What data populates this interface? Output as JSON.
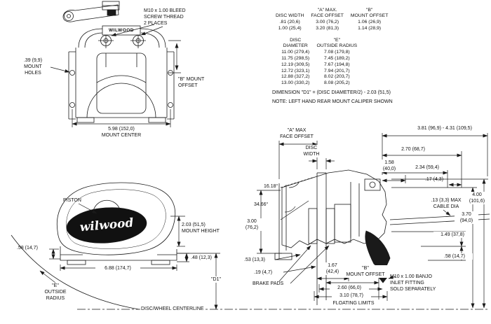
{
  "page": {
    "bg": "#ffffff",
    "line_color": "#1a1a1a"
  },
  "tables": {
    "t1": {
      "h1": [
        "",
        "\"A\" MAX.",
        "\"B\""
      ],
      "h2": [
        "DISC WIDTH",
        "FACE OFFSET",
        "MOUNT OFFSET"
      ],
      "rows": [
        [
          ".81 (20,6)",
          "3.00 (76,2)",
          "1.06 (26,9)"
        ],
        [
          "1.00 (25,4)",
          "3.20 (81,3)",
          "1.14 (28,9)"
        ]
      ]
    },
    "t2": {
      "h1": [
        "DISC",
        "\"E\""
      ],
      "h2": [
        "DIAMETER",
        "OUTSIDE RADIUS"
      ],
      "rows": [
        [
          "11.00 (279,4)",
          "7.08 (179,8)"
        ],
        [
          "11.75 (298,5)",
          "7.45 (189,2)"
        ],
        [
          "12.19 (309,5)",
          "7.67 (194,8)"
        ],
        [
          "12.72 (323,1)",
          "7.94 (201,7)"
        ],
        [
          "12.88 (327,2)",
          "8.02 (203,7)"
        ],
        [
          "13.00 (330,2)",
          "8.08 (205,2)"
        ]
      ]
    },
    "dim_note": "DIMENSION \"D1\" = (DISC DIAMETER/2) - 2.03 (51,5)",
    "note": "NOTE: LEFT HAND REAR MOUNT CALIPER SHOWN"
  },
  "rear_view": {
    "bleed_screw_note": "M10 x 1.00 BLEED\nSCREW THREAD\n2 PLACES",
    "brand": "WILWOOD",
    "mount_holes": ".39 (9,9)\nMOUNT\nHOLES",
    "b_mount_offset": "\"B\" MOUNT\nOFFSET",
    "mount_center": "5.98 (152,0)\nMOUNT CENTER"
  },
  "side_view": {
    "piston": "PISTON",
    "mount_height": "2.03 (51,5)\nMOUNT HEIGHT",
    "step_height": ".58 (14,7)",
    "lug_height": ".48 (12,3)",
    "body_length": "6.88 (174,7)",
    "outside_radius": "\"E\"\nOUTSIDE\nRADIUS",
    "centerline": "DISC/WHEEL CENTERLINE",
    "d1": "\"D1\"",
    "logo": "wilwood"
  },
  "section_view": {
    "face_offset": "\"A\" MAX\nFACE OFFSET",
    "disc_width": "DISC\nWIDTH",
    "overall_range": "3.81 (96,9) - 4.31 (109,5)",
    "dim_270": "2.70 (68,7)",
    "dim_158": "1.58\n(40,0)",
    "dim_234": "2.34 (59,4)",
    "dim_17": ".17 (4,3)",
    "angle_1618": "16.18°",
    "angle_3466": "34.66°",
    "dim_300": "3.00\n(76,2)",
    "cable_dia": ".13 (3,3) MAX\nCABLE DIA",
    "dim_400": "4.00\n(101,6)",
    "dim_370": "3.70\n(94,0)",
    "dim_149": "1.49 (37,8)",
    "dim_58": ".58 (14,7)",
    "dim_53": ".53 (13,3)",
    "dim_19": ".19 (4,7)",
    "dim_167": "1.67\n(42,4)",
    "brake_pads": "BRAKE PADS",
    "b_mount_offset": "\"B\"\nMOUNT OFFSET",
    "banjo_note": "M10 x 1.00 BANJO\nINLET FITTING\nSOLD SEPARATELY",
    "dim_260": "2.60 (66,0)",
    "dim_310": "3.10 (78,7)",
    "floating_limits": "FLOATING LIMITS"
  }
}
